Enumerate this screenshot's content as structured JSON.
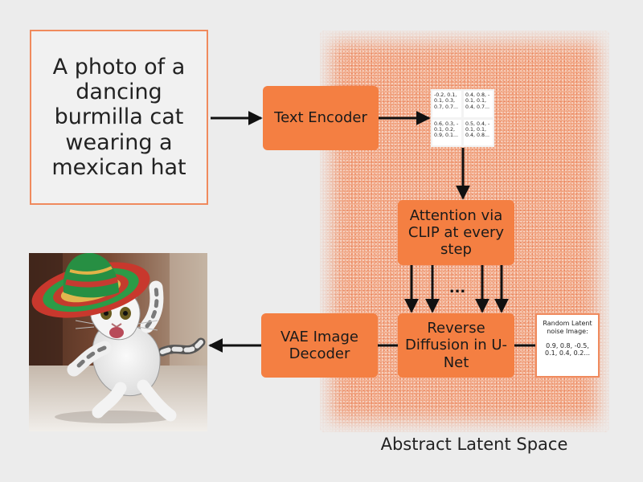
{
  "diagram": {
    "prompt": "A photo of a dancing burmilla cat wearing a mexican hat",
    "boxes": {
      "text_encoder": "Text Encoder",
      "attention": "Attention via CLIP at every step",
      "reverse_diffusion": "Reverse Diffusion in U-Net",
      "vae_decoder": "VAE Image Decoder"
    },
    "embedding_cells": [
      "-0.2, 0.1, 0.1, 0.3, 0.7, 0.7...",
      "0.4, 0.8, -0.1, 0.1, 0.4, 0.7...",
      "0.6, 0.3, -0.1, 0.2, 0.9, 0.1...",
      "0.5, 0.4, -0.1, 0.1, 0.4, 0.8..."
    ],
    "random_latent": {
      "title": "Random Latent noise Image:",
      "values": "0.9, 0.8, -0.5, 0.1, 0.4, 0.2..."
    },
    "ellipsis": "...",
    "latent_space_label": "Abstract Latent Space",
    "accent_color": "#f47f42",
    "border_color": "#f08a5d"
  }
}
